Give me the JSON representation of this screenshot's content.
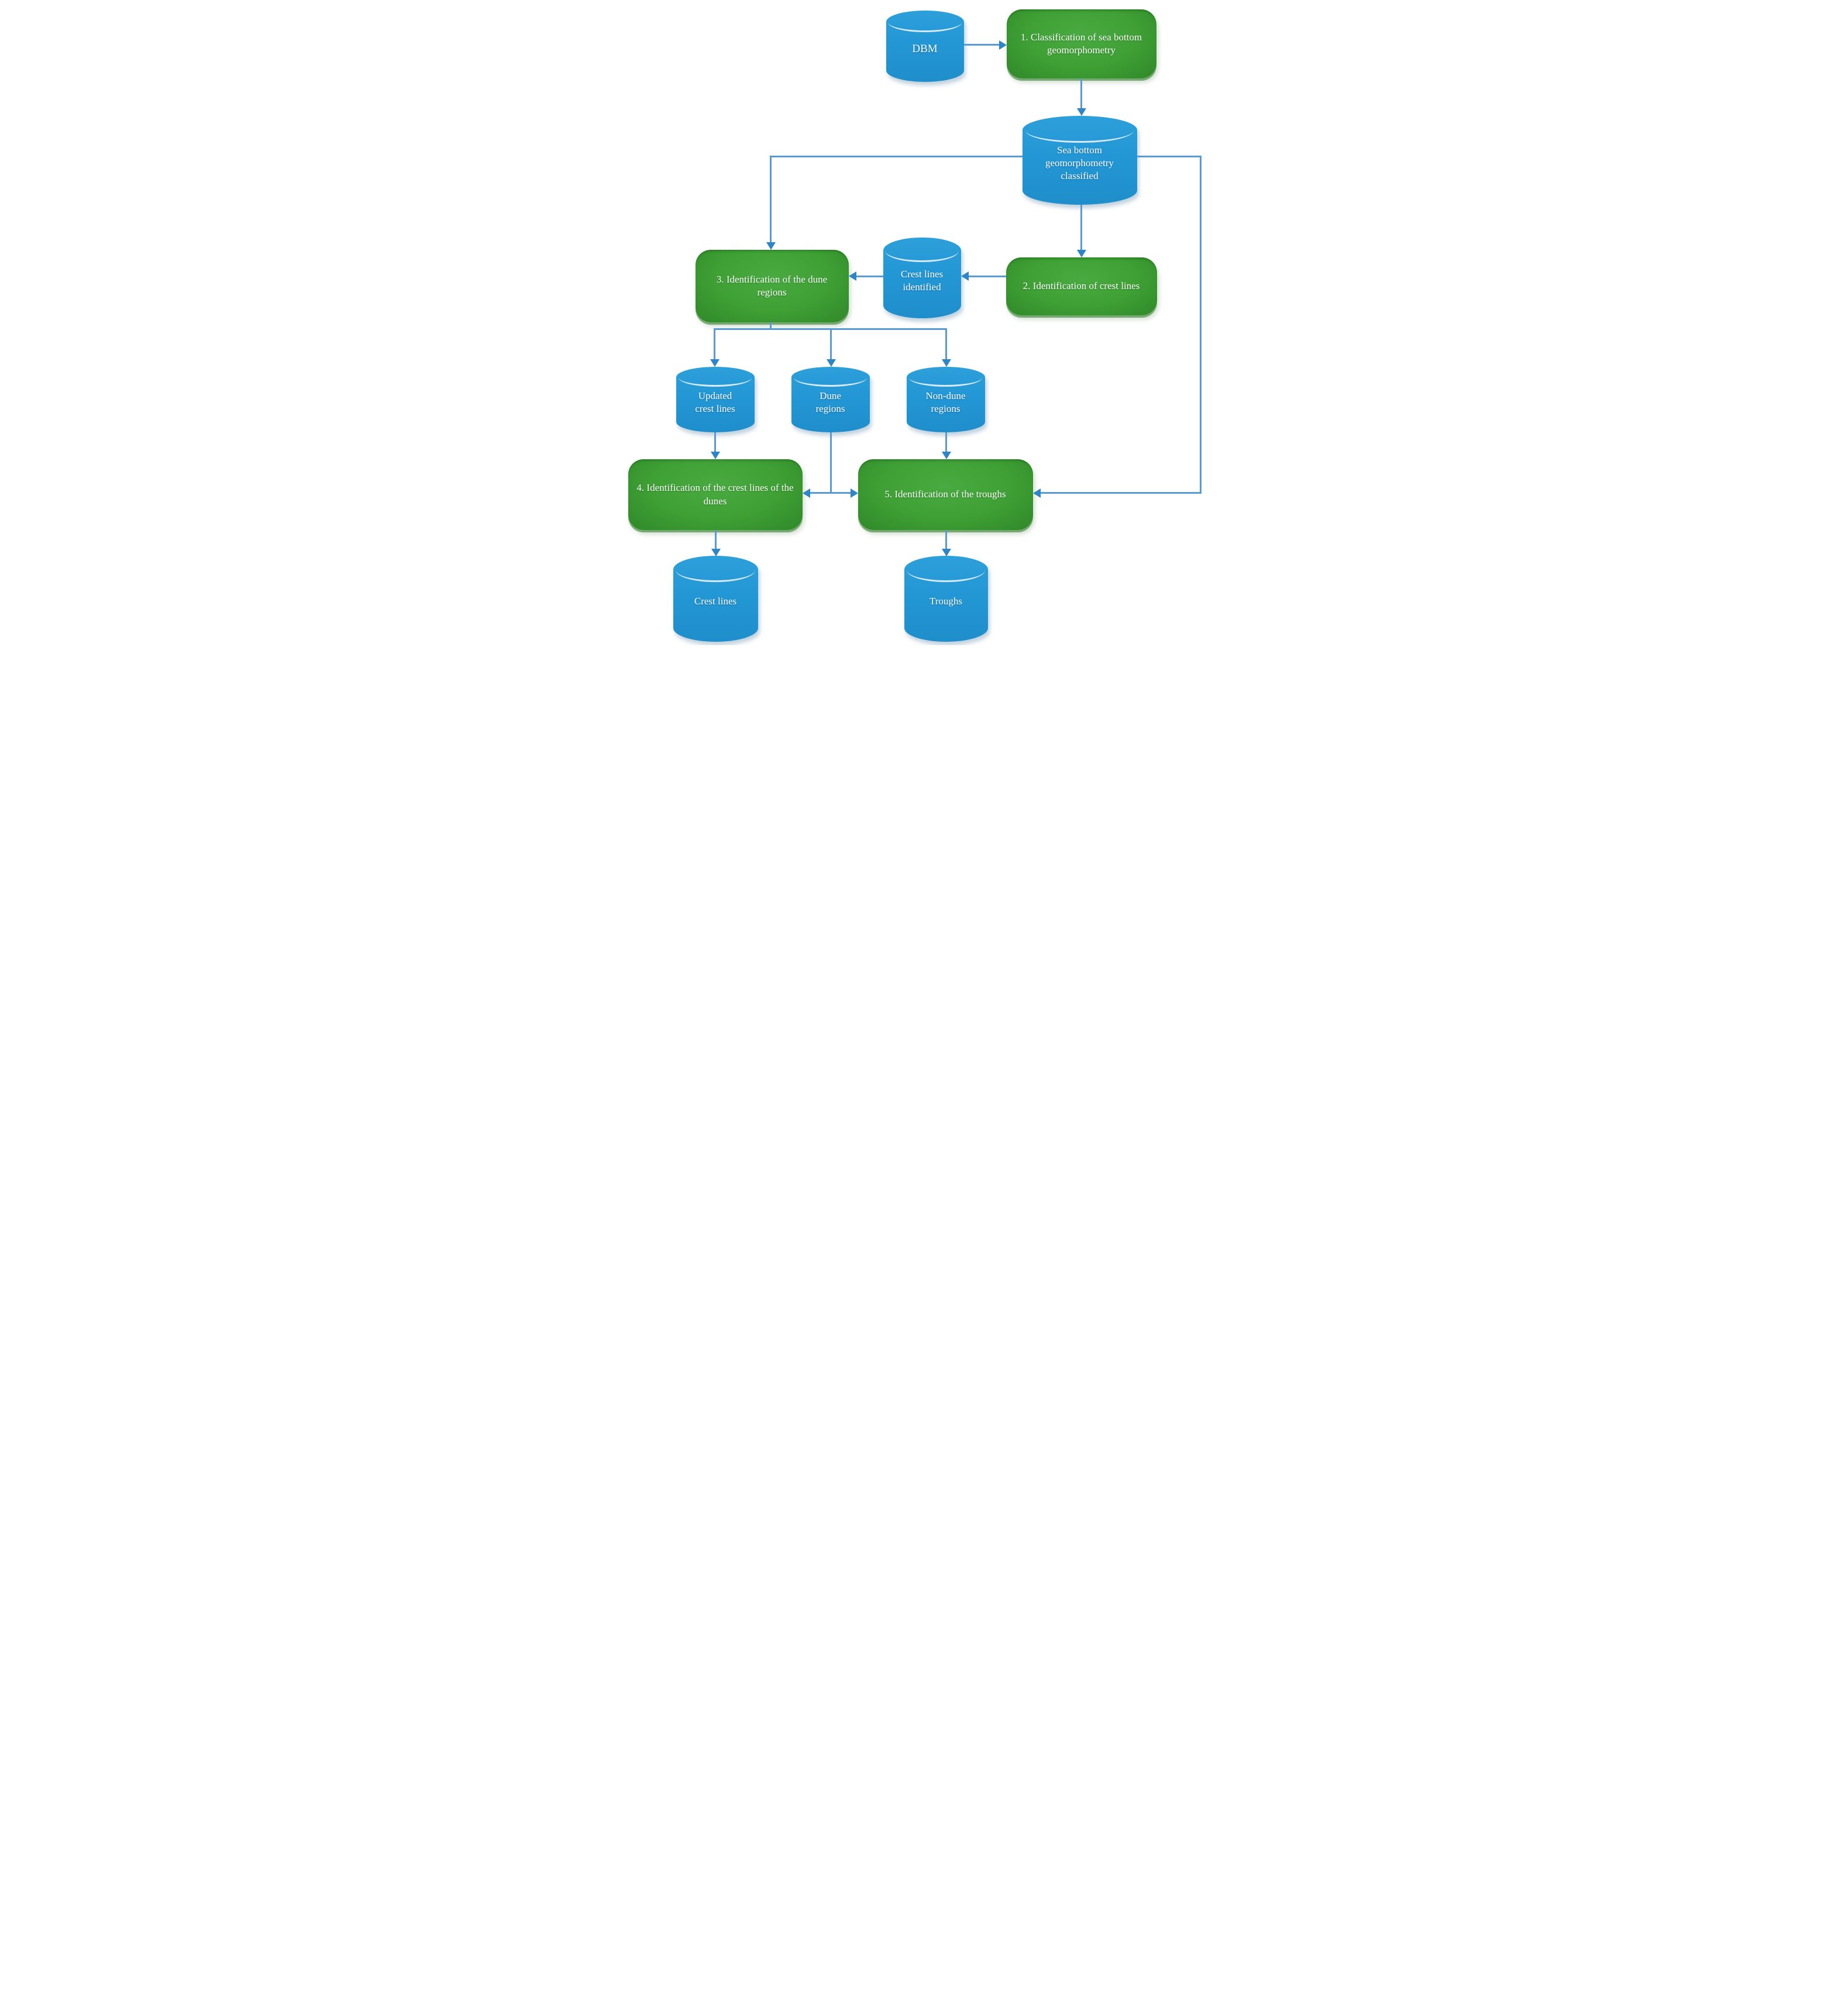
{
  "diagram": {
    "type": "flowchart",
    "colors": {
      "process_fill": "#3FA035",
      "datastore_fill": "#2397D5",
      "connector": "#5B9BD5",
      "arrowhead": "#2E86C8",
      "label_text": "#FFFFFF",
      "background": "#FFFFFF"
    },
    "nodes": {
      "dbm": {
        "type": "datastore",
        "label": "DBM"
      },
      "step1": {
        "type": "process",
        "label": "1. Classification of sea bottom geomorphometry"
      },
      "seabottom_classified": {
        "type": "datastore",
        "label": "Sea bottom geomorphometry classified"
      },
      "step2": {
        "type": "process",
        "label": "2. Identification of crest lines"
      },
      "crest_lines_identified": {
        "type": "datastore",
        "label": "Crest lines identified"
      },
      "step3": {
        "type": "process",
        "label": "3. Identification of the dune regions"
      },
      "updated_crest_lines": {
        "type": "datastore",
        "label": "Updated crest lines"
      },
      "dune_regions": {
        "type": "datastore",
        "label": "Dune regions"
      },
      "non_dune_regions": {
        "type": "datastore",
        "label": "Non-dune regions"
      },
      "step4": {
        "type": "process",
        "label": "4. Identification of the crest lines of the dunes"
      },
      "step5": {
        "type": "process",
        "label": "5. Identification of the troughs"
      },
      "crest_lines": {
        "type": "datastore",
        "label": "Crest lines"
      },
      "troughs": {
        "type": "datastore",
        "label": "Troughs"
      }
    },
    "edges": [
      {
        "from": "dbm",
        "to": "step1"
      },
      {
        "from": "step1",
        "to": "seabottom_classified"
      },
      {
        "from": "seabottom_classified",
        "to": "step2"
      },
      {
        "from": "seabottom_classified",
        "to": "step3"
      },
      {
        "from": "seabottom_classified",
        "to": "step5"
      },
      {
        "from": "step2",
        "to": "crest_lines_identified"
      },
      {
        "from": "crest_lines_identified",
        "to": "step3"
      },
      {
        "from": "step3",
        "to": "updated_crest_lines"
      },
      {
        "from": "step3",
        "to": "dune_regions"
      },
      {
        "from": "step3",
        "to": "non_dune_regions"
      },
      {
        "from": "updated_crest_lines",
        "to": "step4"
      },
      {
        "from": "dune_regions",
        "to": "step4"
      },
      {
        "from": "dune_regions",
        "to": "step5"
      },
      {
        "from": "non_dune_regions",
        "to": "step5"
      },
      {
        "from": "step4",
        "to": "crest_lines"
      },
      {
        "from": "step5",
        "to": "troughs"
      }
    ]
  }
}
